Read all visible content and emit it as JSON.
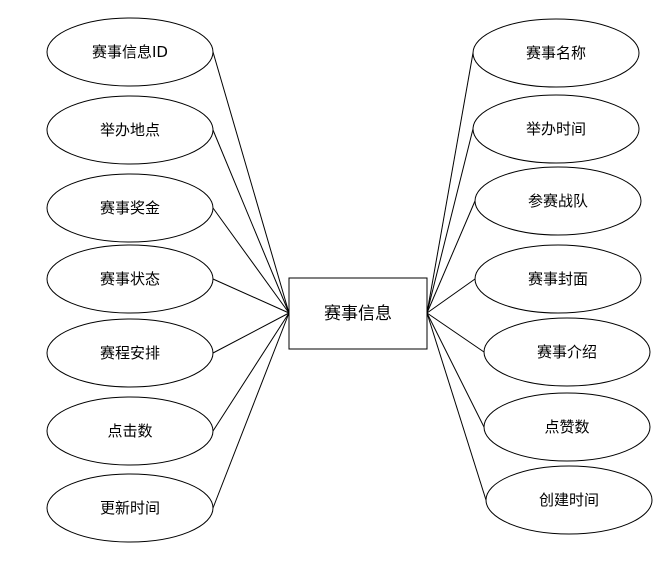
{
  "entity": {
    "label": "赛事信息"
  },
  "left_attributes": [
    {
      "label": "赛事信息ID"
    },
    {
      "label": "举办地点"
    },
    {
      "label": "赛事奖金"
    },
    {
      "label": "赛事状态"
    },
    {
      "label": "赛程安排"
    },
    {
      "label": "点击数"
    },
    {
      "label": "更新时间"
    }
  ],
  "right_attributes": [
    {
      "label": "赛事名称"
    },
    {
      "label": "举办时间"
    },
    {
      "label": "参赛战队"
    },
    {
      "label": "赛事封面"
    },
    {
      "label": "赛事介绍"
    },
    {
      "label": "点赞数"
    },
    {
      "label": "创建时间"
    }
  ]
}
